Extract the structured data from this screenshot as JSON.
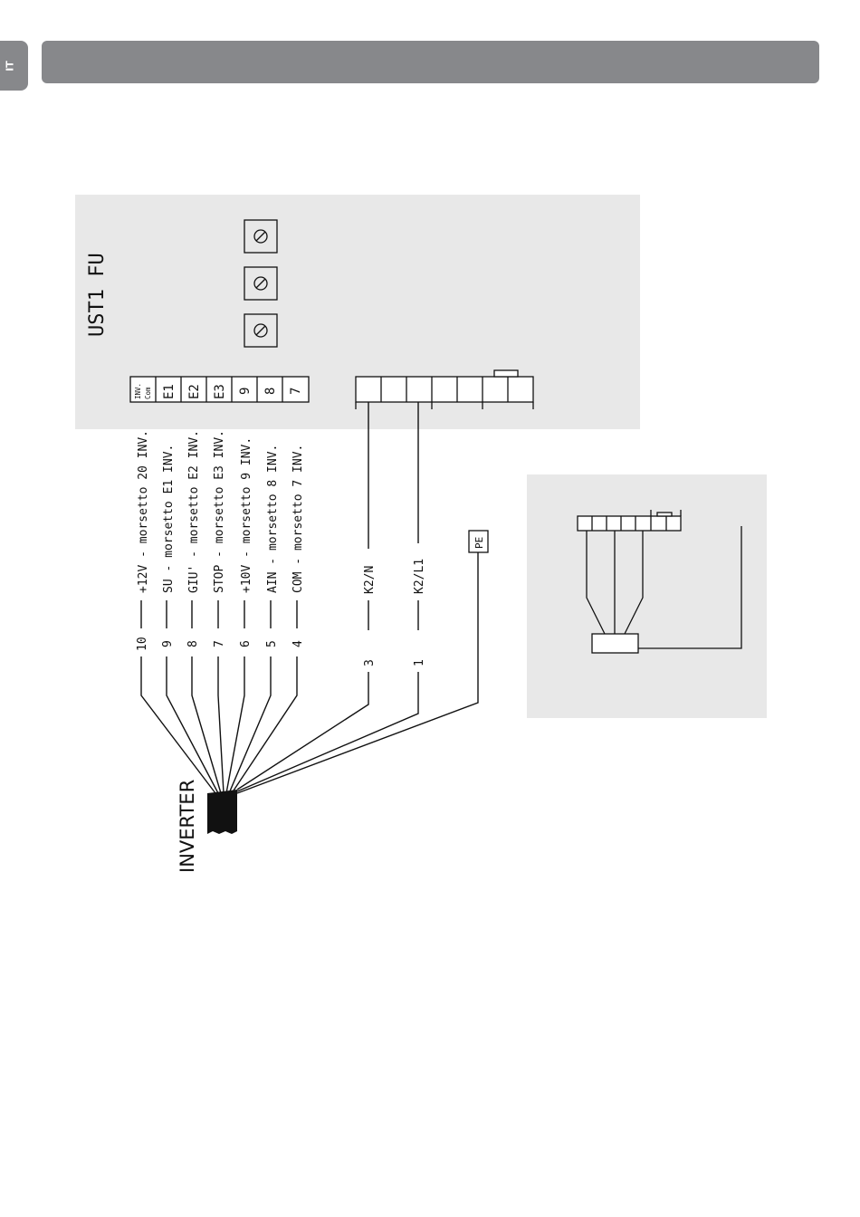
{
  "page": {
    "language_tab": "IT"
  },
  "board": {
    "title": "UST1 FU",
    "terminals": [
      "INV.\nCom",
      "E1",
      "E2",
      "E3",
      "9",
      "8",
      "7"
    ],
    "terminal_first_line1": "INV.",
    "terminal_first_line2": "Com"
  },
  "wires": [
    {
      "num": "10",
      "label": "+12V - morsetto 20 INV."
    },
    {
      "num": "9",
      "label": "SU  - morsetto E1 INV."
    },
    {
      "num": "8",
      "label": "GIU' - morsetto E2 INV."
    },
    {
      "num": "7",
      "label": "STOP - morsetto E3 INV."
    },
    {
      "num": "6",
      "label": "+10V - morsetto  9 INV."
    },
    {
      "num": "5",
      "label": "AIN  - morsetto  8 INV."
    },
    {
      "num": "4",
      "label": "COM  - morsetto  7 INV."
    }
  ],
  "power_wires": [
    {
      "num": "3",
      "label": "K2/N"
    },
    {
      "num": "1",
      "label": "K2/L1"
    }
  ],
  "pe_label": "PE",
  "inverter_label": "INVERTER",
  "colors": {
    "panel": "#e8e8e8",
    "header": "#87888b",
    "line": "#111111"
  }
}
